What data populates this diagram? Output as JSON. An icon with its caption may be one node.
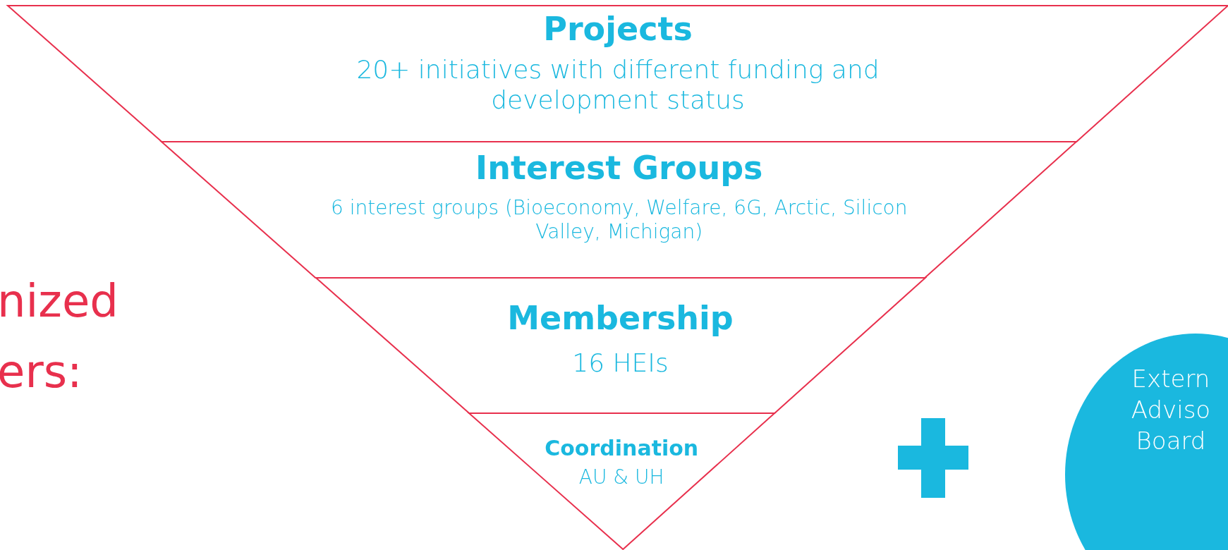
{
  "diagram": {
    "nodes": [
      {
        "text": [
          "Projects",
          "20+ initiatives with different funding and development status"
        ]
      },
      {
        "text": [
          "Interest Groups",
          "6 interest groups (Bioeconomy, Welfare, 6G, Arctic, Silicon Valley, Michigan)"
        ]
      },
      {
        "text": [
          "Membership",
          "16 HEIs"
        ]
      },
      {
        "text": [
          "Coordination",
          "AU & UH"
        ]
      },
      {
        "text": [
          "Extern Adviso Board"
        ]
      }
    ],
    "labels": [
      "nized",
      "ers:"
    ]
  }
}
